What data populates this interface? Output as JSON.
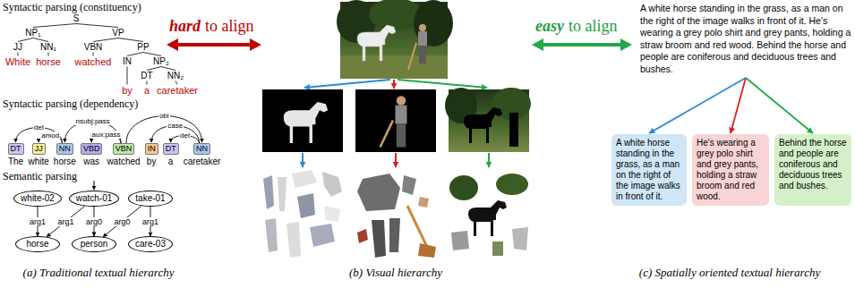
{
  "diagram": {
    "nodes": [
      {
        "text": [
          "DT"
        ]
      },
      {
        "text": [
          "JJ"
        ]
      },
      {
        "text": [
          "NN"
        ]
      },
      {
        "text": [
          "VBD"
        ]
      },
      {
        "text": [
          "VBN"
        ]
      },
      {
        "text": [
          "IN"
        ]
      },
      {
        "text": [
          "DT"
        ]
      },
      {
        "text": [
          "NN"
        ]
      },
      {
        "text": [
          "white-02"
        ]
      },
      {
        "text": [
          "watch-01"
        ]
      },
      {
        "text": [
          "take-01"
        ]
      },
      {
        "text": [
          "horse"
        ]
      },
      {
        "text": [
          "person"
        ]
      },
      {
        "text": [
          "care-03"
        ]
      },
      {
        "text": [
          "A white horse standing in the grass, as a man on the right of the image walks in front of it. He's wearing a grey polo shirt and grey pants, holding a straw broom and red wood. Behind the horse and people are coniferous and deciduous trees and bushes."
        ]
      },
      {
        "text": [
          "A white horse standing in the grass, as a man on the right of the image walks in front of it."
        ]
      },
      {
        "text": [
          "He's wearing a grey polo shirt and grey pants, holding a straw broom and red wood."
        ]
      },
      {
        "text": [
          "Behind the horse and people are coniferous and deciduous trees and bushes."
        ]
      }
    ],
    "edges": [
      {
        "from": 2,
        "to": 0,
        "label": "det",
        "arrow": "to"
      },
      {
        "from": 2,
        "to": 1,
        "label": "amod",
        "arrow": "to"
      },
      {
        "from": 4,
        "to": 2,
        "label": "nsubj:pass",
        "arrow": "to"
      },
      {
        "from": 4,
        "to": 3,
        "label": "aux:pass",
        "arrow": "to"
      },
      {
        "from": 4,
        "to": 7,
        "label": "obl",
        "arrow": "to"
      },
      {
        "from": 7,
        "to": 5,
        "label": "case",
        "arrow": "to"
      },
      {
        "from": 7,
        "to": 6,
        "label": "det",
        "arrow": "to"
      },
      {
        "from": 8,
        "to": 11,
        "label": "arg1",
        "arrow": "to"
      },
      {
        "from": 9,
        "to": 11,
        "label": "arg1",
        "arrow": "to"
      },
      {
        "from": 9,
        "to": 12,
        "label": "arg0",
        "arrow": "to"
      },
      {
        "from": 10,
        "to": 12,
        "label": "arg0",
        "arrow": "to"
      },
      {
        "from": 10,
        "to": 13,
        "label": "arg1",
        "arrow": "to"
      },
      {
        "from": 14,
        "to": 15,
        "arrow": "to"
      },
      {
        "from": 14,
        "to": 16,
        "arrow": "to"
      },
      {
        "from": 14,
        "to": 17,
        "arrow": "to"
      }
    ],
    "labels": [
      "Syntactic parsing (constituency)",
      "S",
      "NP₁",
      "VP",
      "JJ",
      "NN₁",
      "VBN",
      "PP",
      "White",
      "horse",
      "watched",
      "IN",
      "NP₂",
      "by",
      "DT",
      "NN₂",
      "a",
      "caretaker",
      "Syntactic parsing (dependency)",
      "The",
      "white",
      "horse",
      "was",
      "watched",
      "by",
      "a",
      "caretaker",
      "Semantic parsing",
      "(a) Traditional textual hierarchy",
      "hard",
      "to align",
      "easy",
      "to align",
      "(b) Visual hierarchy",
      "(c) Spatially oriented textual hierarchy"
    ]
  }
}
